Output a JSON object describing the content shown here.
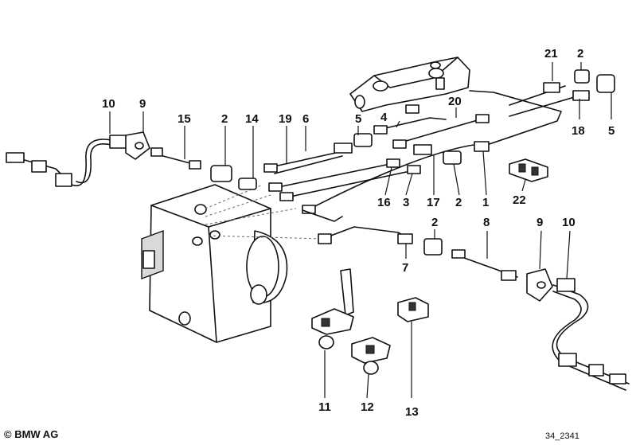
{
  "callouts": {
    "c1": "1",
    "c2a": "2",
    "c2b": "2",
    "c2c": "2",
    "c2d": "2",
    "c3": "3",
    "c4": "4",
    "c5a": "5",
    "c5b": "5",
    "c6": "6",
    "c7": "7",
    "c8": "8",
    "c9a": "9",
    "c9b": "9",
    "c10a": "10",
    "c10b": "10",
    "c11": "11",
    "c12": "12",
    "c13": "13",
    "c14": "14",
    "c15": "15",
    "c16": "16",
    "c17": "17",
    "c18": "18",
    "c19": "19",
    "c20": "20",
    "c21": "21",
    "c22": "22"
  },
  "footer": {
    "copyright": "© BMW AG",
    "diagram_id": "34_2341"
  }
}
